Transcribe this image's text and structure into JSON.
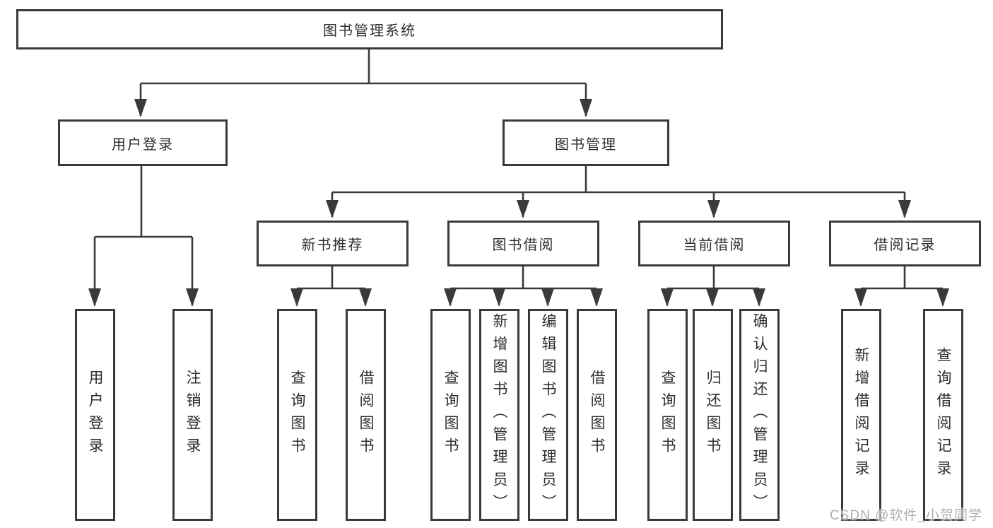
{
  "tree": {
    "label": "图书管理系统",
    "children": [
      {
        "label": "用户登录",
        "children": [
          {
            "label": "用户登录"
          },
          {
            "label": "注销登录"
          }
        ]
      },
      {
        "label": "图书管理",
        "children": [
          {
            "label": "新书推荐",
            "children": [
              {
                "label": "查询图书"
              },
              {
                "label": "借阅图书"
              }
            ]
          },
          {
            "label": "图书借阅",
            "children": [
              {
                "label": "查询图书"
              },
              {
                "label": "新增图书（管理员）"
              },
              {
                "label": "编辑图书（管理员）"
              },
              {
                "label": "借阅图书"
              }
            ]
          },
          {
            "label": "当前借阅",
            "children": [
              {
                "label": "查询图书"
              },
              {
                "label": "归还图书"
              },
              {
                "label": "确认归还（管理员）"
              }
            ]
          },
          {
            "label": "借阅记录",
            "children": [
              {
                "label": "新增借阅记录"
              },
              {
                "label": "查询借阅记录"
              }
            ]
          }
        ]
      }
    ]
  },
  "watermark": {
    "text": "CSDN @软件_小贺同学"
  },
  "colors": {
    "line": "#3a3a3a",
    "text": "#2d2d2d",
    "box_background": "#ffffff",
    "watermark": "#aeaeae"
  }
}
